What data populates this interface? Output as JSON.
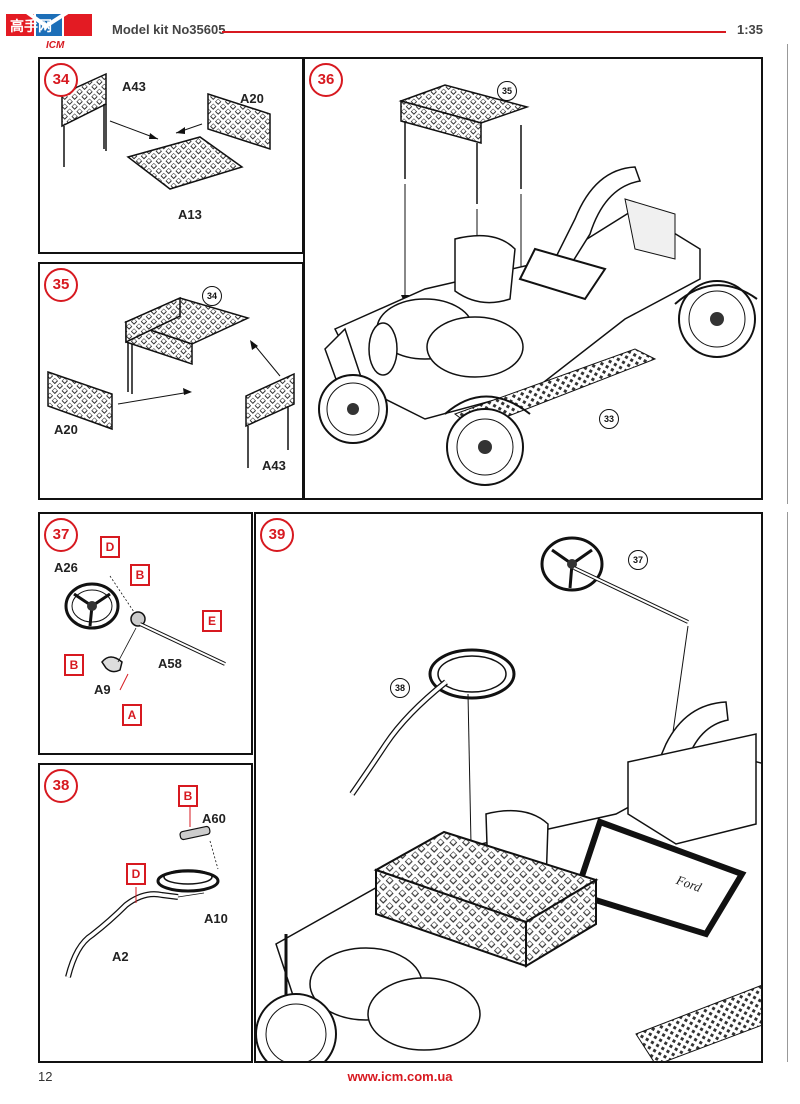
{
  "header": {
    "logo_text": "ICM",
    "logo_watermark": "高手网",
    "model_label": "Model kit No35605",
    "scale": "1:35"
  },
  "steps": {
    "s34": {
      "number": "34",
      "parts": {
        "a43": "A43",
        "a20": "A20",
        "a13": "A13"
      }
    },
    "s35": {
      "number": "35",
      "ref": "34",
      "parts": {
        "a20": "A20",
        "a43": "A43"
      }
    },
    "s36": {
      "number": "36",
      "refs": {
        "top": "35",
        "car": "33"
      }
    },
    "s37": {
      "number": "37",
      "parts": {
        "a26": "A26",
        "a9": "A9",
        "a58": "A58"
      },
      "letters": {
        "d": "D",
        "b1": "B",
        "e": "E",
        "b2": "B",
        "a": "A"
      }
    },
    "s38": {
      "number": "38",
      "parts": {
        "a60": "A60",
        "a10": "A10",
        "a2": "A2"
      },
      "letters": {
        "b": "B",
        "d": "D"
      }
    },
    "s39": {
      "number": "39",
      "refs": {
        "r37": "37",
        "r38": "38"
      },
      "plate_text": "Ford"
    }
  },
  "footer": {
    "page_number": "12",
    "url": "www.icm.com.ua"
  },
  "colors": {
    "accent": "#d71920",
    "line": "#111111"
  }
}
